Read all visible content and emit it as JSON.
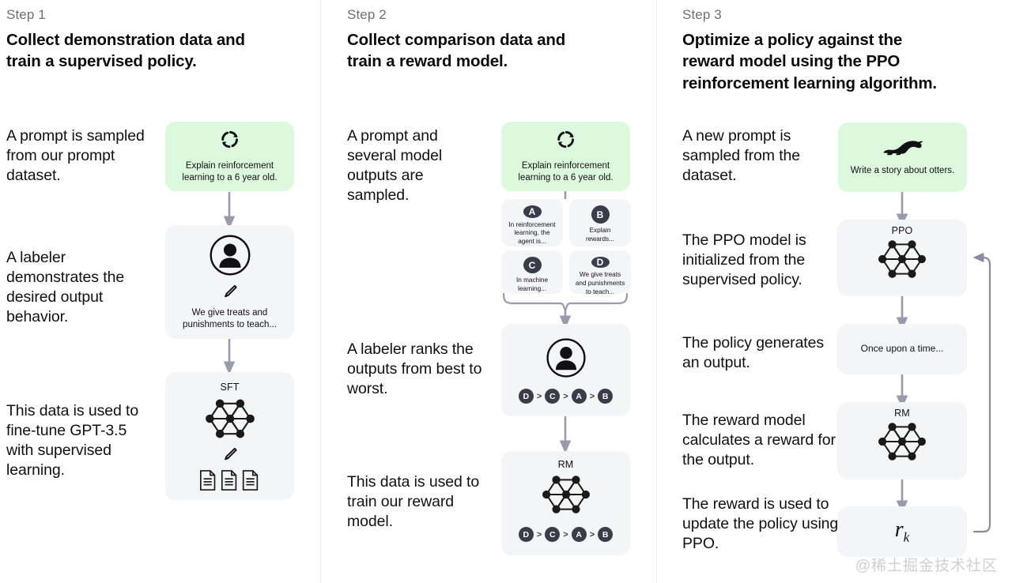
{
  "watermark": "@稀土掘金技术社区",
  "colors": {
    "green_box": "#dcf8dd",
    "grey_box": "#f4f5f6",
    "arrow": "#9a9aae",
    "badge": "#3b3b4a",
    "divider": "#eceef1",
    "step_label": "#6e6e7a",
    "text": "#111114"
  },
  "steps": [
    {
      "label": "Step 1",
      "title": "Collect demonstration data and train a supervised policy.",
      "narratives": [
        "A prompt is sampled from our prompt dataset.",
        "A labeler demonstrates the desired output behavior.",
        "This data is used to fine-tune GPT-3.5 with supervised learning."
      ],
      "boxes": [
        {
          "kind": "prompt",
          "icon": "refresh-cycle-icon",
          "text": "Explain reinforcement learning to a 6 year old."
        },
        {
          "kind": "labeler",
          "icon": "person-circle-icon",
          "sub_icon": "pencil-icon",
          "text": "We give treats and punishments to teach..."
        },
        {
          "kind": "model",
          "title": "SFT",
          "icon": "neural-network-icon",
          "sub_icon": "pencil-icon",
          "docs_icon": "documents-icon"
        }
      ]
    },
    {
      "label": "Step 2",
      "title": "Collect comparison data and train a reward model.",
      "narratives": [
        "A prompt and several model outputs are sampled.",
        "A labeler ranks the outputs from best to worst.",
        "This data is used to train our reward model."
      ],
      "boxes": [
        {
          "kind": "prompt",
          "icon": "refresh-cycle-icon",
          "text": "Explain reinforcement learning to a 6 year old."
        },
        {
          "kind": "outputs",
          "items": [
            {
              "badge": "A",
              "text": "In reinforcement learning, the agent is..."
            },
            {
              "badge": "B",
              "text": "Explain rewards..."
            },
            {
              "badge": "C",
              "text": "In machine learning..."
            },
            {
              "badge": "D",
              "text": "We give treats and punishments to teach..."
            }
          ]
        },
        {
          "kind": "ranker",
          "icon": "person-circle-icon",
          "ranking": [
            "D",
            "C",
            "A",
            "B"
          ]
        },
        {
          "kind": "model",
          "title": "RM",
          "icon": "neural-network-icon",
          "ranking": [
            "D",
            "C",
            "A",
            "B"
          ]
        }
      ]
    },
    {
      "label": "Step 3",
      "title": "Optimize a policy against the reward model using the PPO reinforcement learning algorithm.",
      "narratives": [
        "A new prompt is sampled from the dataset.",
        "The PPO model is initialized from the supervised policy.",
        "The policy generates an output.",
        "The reward model calculates a reward for the output.",
        "The reward is used to update the policy using PPO."
      ],
      "boxes": [
        {
          "kind": "prompt",
          "icon": "otter-icon",
          "text": "Write a story about otters."
        },
        {
          "kind": "model",
          "title": "PPO",
          "icon": "neural-network-icon"
        },
        {
          "kind": "output",
          "text": "Once upon a time..."
        },
        {
          "kind": "model",
          "title": "RM",
          "icon": "neural-network-icon"
        },
        {
          "kind": "reward",
          "formula_base": "r",
          "formula_sub": "k"
        }
      ]
    }
  ],
  "rank_separator": ">"
}
